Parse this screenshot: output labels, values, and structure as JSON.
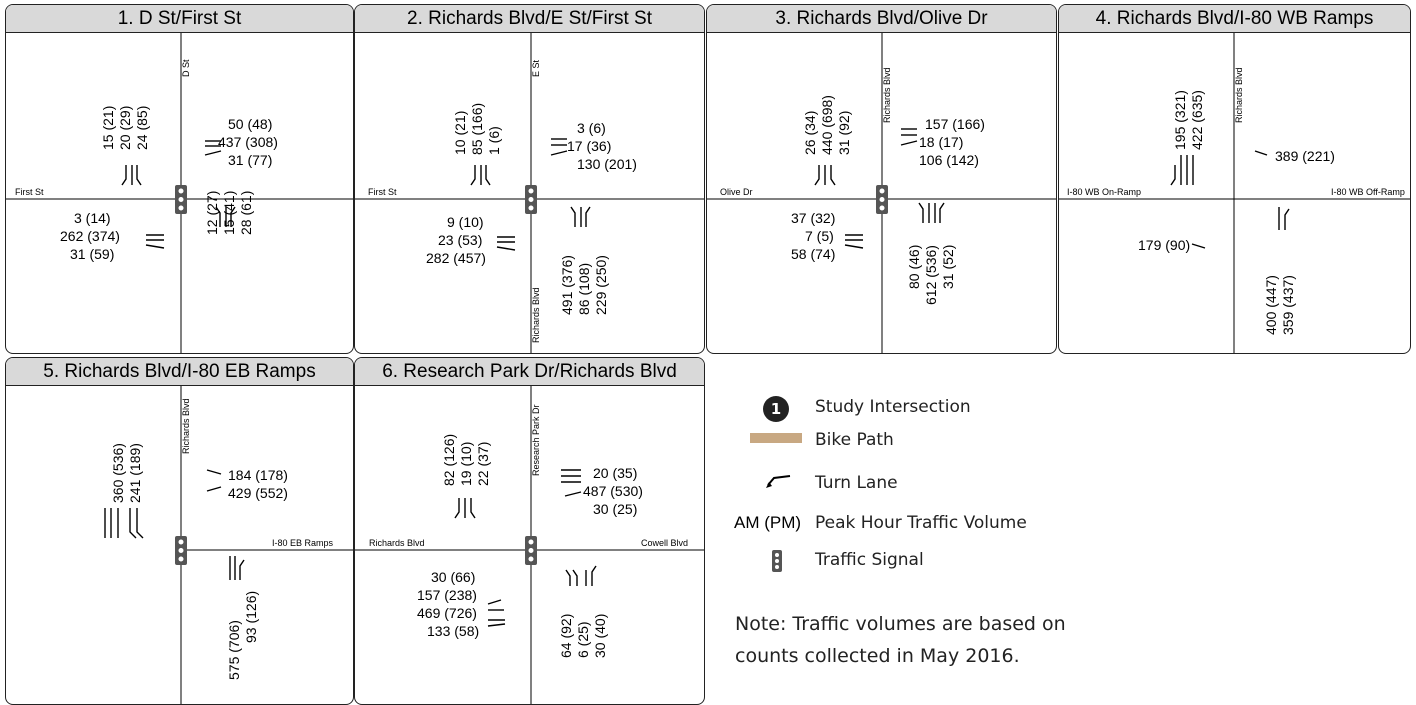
{
  "panels": [
    {
      "title": "1. D St/First St",
      "ns_street": "D St",
      "ew_street": "First St",
      "sb": [
        "15 (21)",
        "20 (29)",
        "24 (85)"
      ],
      "wb": [
        "50 (48)",
        "437 (308)",
        "31 (77)"
      ],
      "eb": [
        "3 (14)",
        "262 (374)",
        "31 (59)"
      ],
      "nb": [
        "12 (27)",
        "15 (41)",
        "28 (61)"
      ]
    },
    {
      "title": "2. Richards Blvd/E St/First St",
      "ns_street": "E St",
      "ns_street_south": "Richards Blvd",
      "ew_street": "First St",
      "sb": [
        "10 (21)",
        "85 (166)",
        "1 (6)"
      ],
      "wb": [
        "3 (6)",
        "17 (36)",
        "130 (201)"
      ],
      "eb": [
        "9 (10)",
        "23 (53)",
        "282 (457)"
      ],
      "nb": [
        "491 (376)",
        "86 (108)",
        "229 (250)"
      ]
    },
    {
      "title": "3. Richards Blvd/Olive Dr",
      "ns_street": "Richards Blvd",
      "ew_street": "Olive Dr",
      "sb": [
        "26 (34)",
        "440 (698)",
        "31 (92)"
      ],
      "wb": [
        "157 (166)",
        "18 (17)",
        "106 (142)"
      ],
      "eb": [
        "37 (32)",
        "7 (5)",
        "58 (74)"
      ],
      "nb": [
        "80 (46)",
        "612 (536)",
        "31 (52)"
      ]
    },
    {
      "title": "4. Richards Blvd/I-80 WB Ramps",
      "ns_street": "Richards Blvd",
      "ew_street_west": "I-80 WB On-Ramp",
      "ew_street_east": "I-80 WB Off-Ramp",
      "sb": [
        "195 (321)",
        "422 (635)"
      ],
      "wb": [
        "389 (221)"
      ],
      "eb": [
        "179 (90)"
      ],
      "nb": [
        "400 (447)",
        "359 (437)"
      ]
    },
    {
      "title": "5. Richards Blvd/I-80 EB Ramps",
      "ns_street": "Richards Blvd",
      "ew_street_east": "I-80 EB Ramps",
      "sb": [
        "360 (536)",
        "241 (189)"
      ],
      "wb": [
        "184 (178)",
        "429 (552)"
      ],
      "nb": [
        "575 (706)",
        "93 (126)"
      ]
    },
    {
      "title": "6. Research Park Dr/Richards Blvd",
      "ns_street": "Research Park Dr",
      "ew_street_west": "Richards Blvd",
      "ew_street_east": "Cowell Blvd",
      "sb": [
        "82 (126)",
        "19 (10)",
        "22 (37)"
      ],
      "wb": [
        "20 (35)",
        "487 (530)",
        "30 (25)"
      ],
      "eb": [
        "30 (66)",
        "157 (238)",
        "469 (726)",
        "133 (58)"
      ],
      "nb": [
        "64 (92)",
        "6 (25)",
        "30 (40)"
      ]
    }
  ],
  "legend": {
    "study_number": "1",
    "study_intersection": "Study Intersection",
    "bike_path": "Bike Path",
    "turn_lane": "Turn Lane",
    "am_pm_symbol": "AM (PM)",
    "peak_hour": "Peak Hour Traffic Volume",
    "traffic_signal": "Traffic Signal",
    "bike_path_color": "#c8a882"
  },
  "note": "Note: Traffic volumes are based on counts collected in May 2016."
}
